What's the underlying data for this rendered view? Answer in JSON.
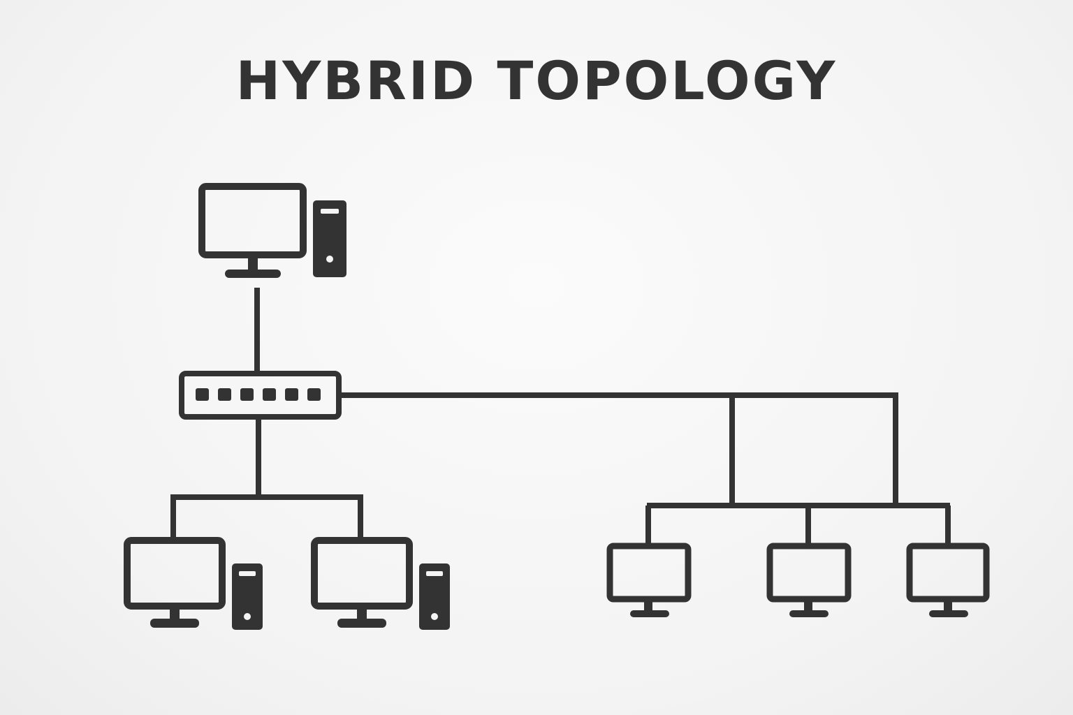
{
  "title": "HYBRID TOPOLOGY",
  "colors": {
    "stroke": "#333333",
    "background": "#f4f4f4"
  },
  "nodes": [
    {
      "id": "server",
      "type": "desktop-computer",
      "icon": "desktop-computer-icon"
    },
    {
      "id": "hub",
      "type": "switch",
      "icon": "network-switch-icon",
      "ports": 6
    },
    {
      "id": "star-pc-1",
      "type": "desktop-computer",
      "icon": "desktop-computer-icon"
    },
    {
      "id": "star-pc-2",
      "type": "desktop-computer",
      "icon": "desktop-computer-icon"
    },
    {
      "id": "bus-pc-1",
      "type": "monitor",
      "icon": "monitor-icon"
    },
    {
      "id": "bus-pc-2",
      "type": "monitor",
      "icon": "monitor-icon"
    },
    {
      "id": "bus-pc-3",
      "type": "monitor",
      "icon": "monitor-icon"
    }
  ],
  "links": [
    {
      "from": "server",
      "to": "hub"
    },
    {
      "from": "hub",
      "to": "star-pc-1"
    },
    {
      "from": "hub",
      "to": "star-pc-2"
    },
    {
      "from": "hub",
      "to": "bus-pc-1"
    },
    {
      "from": "hub",
      "to": "bus-pc-2"
    },
    {
      "from": "hub",
      "to": "bus-pc-3"
    }
  ]
}
